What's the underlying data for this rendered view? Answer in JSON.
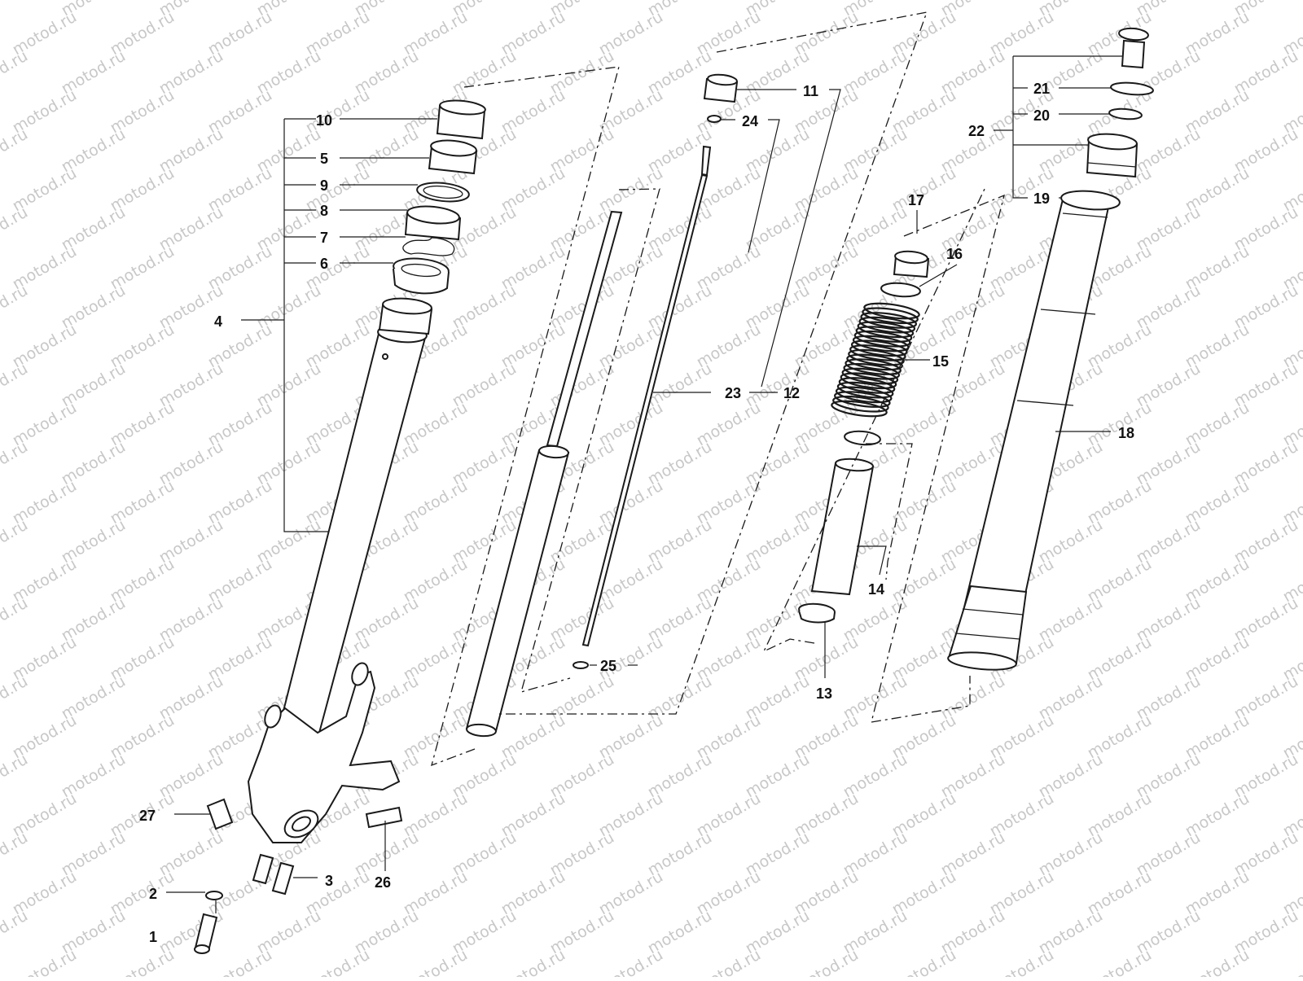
{
  "watermark": {
    "text": "motod.ru"
  },
  "callouts": [
    "1",
    "2",
    "3",
    "4",
    "5",
    "6",
    "7",
    "8",
    "9",
    "10",
    "11",
    "12",
    "13",
    "14",
    "15",
    "16",
    "17",
    "18",
    "19",
    "20",
    "21",
    "22",
    "23",
    "24",
    "25",
    "26",
    "27"
  ]
}
